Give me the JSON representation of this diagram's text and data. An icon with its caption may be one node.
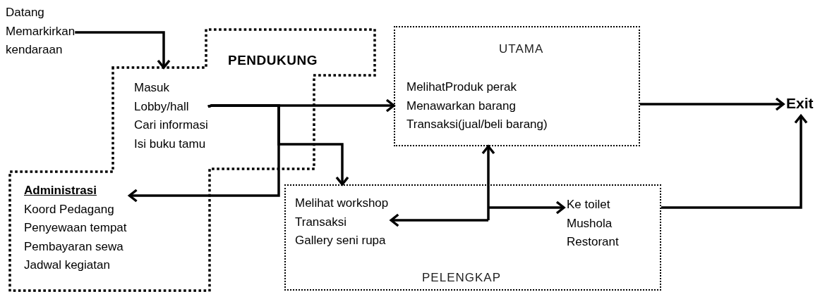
{
  "diagram": {
    "nodes": [
      {
        "text": [
          "Datang Memarkirkan kendaraan"
        ]
      },
      {
        "text": [
          "PENDUKUNG"
        ]
      },
      {
        "text": [
          "Masuk Lobby/hall Cari informasi Isi buku tamu"
        ],
        "in": 1
      },
      {
        "text": [
          "Administrasi",
          "Koord Pedagang Penyewaan tempat Pembayaran sewa Jadwal kegiatan"
        ],
        "in": 1
      },
      {
        "text": [
          "UTAMA",
          "MelihatProduk perak Menawarkan barang Transaksi(jual/beli barang)"
        ]
      },
      {
        "text": [
          "Exit"
        ]
      },
      {
        "text": [
          "PELENGKAP"
        ]
      },
      {
        "text": [
          "Melihat workshop Transaksi Gallery seni rupa"
        ],
        "in": 6
      },
      {
        "text": [
          "Ke toilet Mushola Restorant"
        ],
        "in": 6
      }
    ],
    "edges": [
      {
        "from": 0,
        "to": 1,
        "arrow": "to"
      },
      {
        "from": 2,
        "to": 4,
        "arrow": "to"
      },
      {
        "from": 4,
        "to": 5,
        "arrow": "to"
      },
      {
        "from": 2,
        "to": 3,
        "arrow": "to"
      },
      {
        "from": 2,
        "to": 6,
        "arrow": "to"
      },
      {
        "from": null,
        "to": 4,
        "arrow": "to"
      },
      {
        "from": null,
        "to": 7,
        "arrow": "to"
      },
      {
        "from": null,
        "to": 8,
        "arrow": "to"
      },
      {
        "from": 6,
        "to": 5,
        "arrow": "to"
      }
    ]
  }
}
